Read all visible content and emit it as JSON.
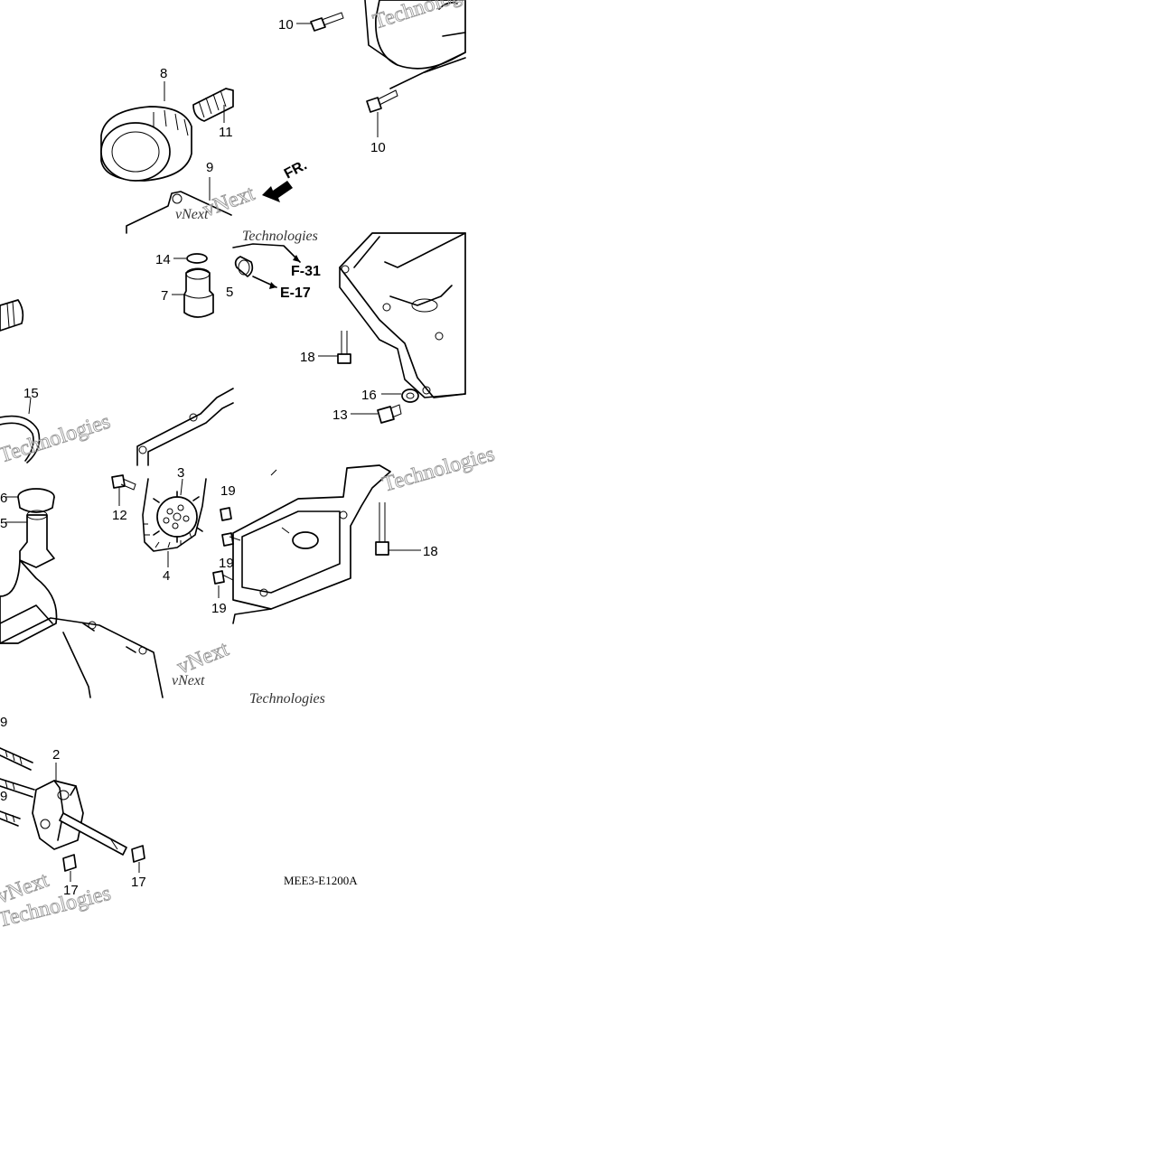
{
  "diagram": {
    "callouts": {
      "c10a": "10",
      "c10b": "10",
      "c8": "8",
      "c11": "11",
      "c9a": "9",
      "c14": "14",
      "c7": "7",
      "c15": "15",
      "c18a": "18",
      "c16": "16",
      "c13": "13",
      "c12": "12",
      "c3": "3",
      "c4": "4",
      "c6": "6",
      "c5": "5",
      "c19a": "19",
      "c19b": "19",
      "c19c": "19",
      "c18b": "18",
      "c9b": "9",
      "c2": "2",
      "c9c": "9",
      "c17a": "17",
      "c17b": "17"
    },
    "references": {
      "f31": "F-31",
      "e17": "E-17",
      "front": "FR."
    },
    "drawing_code": "MEE3-E1200A",
    "watermark": {
      "brand": "vNext",
      "company": "Technologies"
    }
  }
}
